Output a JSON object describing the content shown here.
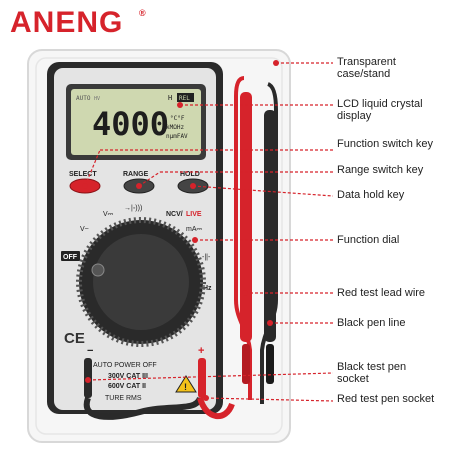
{
  "brand": {
    "name": "ANENG",
    "reg_mark": "®",
    "color": "#d6232b"
  },
  "callouts": {
    "transparent_case": "Transparent case/stand",
    "lcd_display": "LCD liquid crystal display",
    "function_switch_key": "Function switch key",
    "range_switch_key": "Range switch key",
    "data_hold_key": "Data hold key",
    "function_dial": "Function dial",
    "red_test_lead_wire": "Red test lead wire",
    "black_pen_line": "Black pen line",
    "black_test_pen_socket": "Black test pen socket",
    "red_test_pen_socket": "Red test pen socket"
  },
  "lcd": {
    "reading": "4000",
    "auto": "AUTO",
    "hv": "HV",
    "rel": "REL",
    "hold_indicator": "H",
    "unit_top": "°C°F",
    "unit_mid": "kMΩHz",
    "unit_bot": "nµmFAV"
  },
  "buttons": {
    "select": "SELECT",
    "range": "RANGE",
    "hold": "HOLD"
  },
  "dial_labels": {
    "v_dc": "V⎓",
    "diode": "→|◦)))",
    "ncv": "NCV/",
    "live": "LIVE",
    "v_ac": "V~",
    "ma": "mA⎓",
    "off": "OFF",
    "cap": "-||-",
    "hz": "Hz"
  },
  "panel": {
    "ce": "CE",
    "auto_power_off": "AUTO POWER OFF",
    "cat3": "300V CAT III",
    "cat2": "600V CAT II",
    "true_rms": "TURE RMS",
    "minus": "−",
    "plus": "+"
  },
  "colors": {
    "red": "#d6232b",
    "lcd_green": "#cfd8b0",
    "body_grey": "#e3e3e3",
    "dark": "#2a2a2a"
  }
}
